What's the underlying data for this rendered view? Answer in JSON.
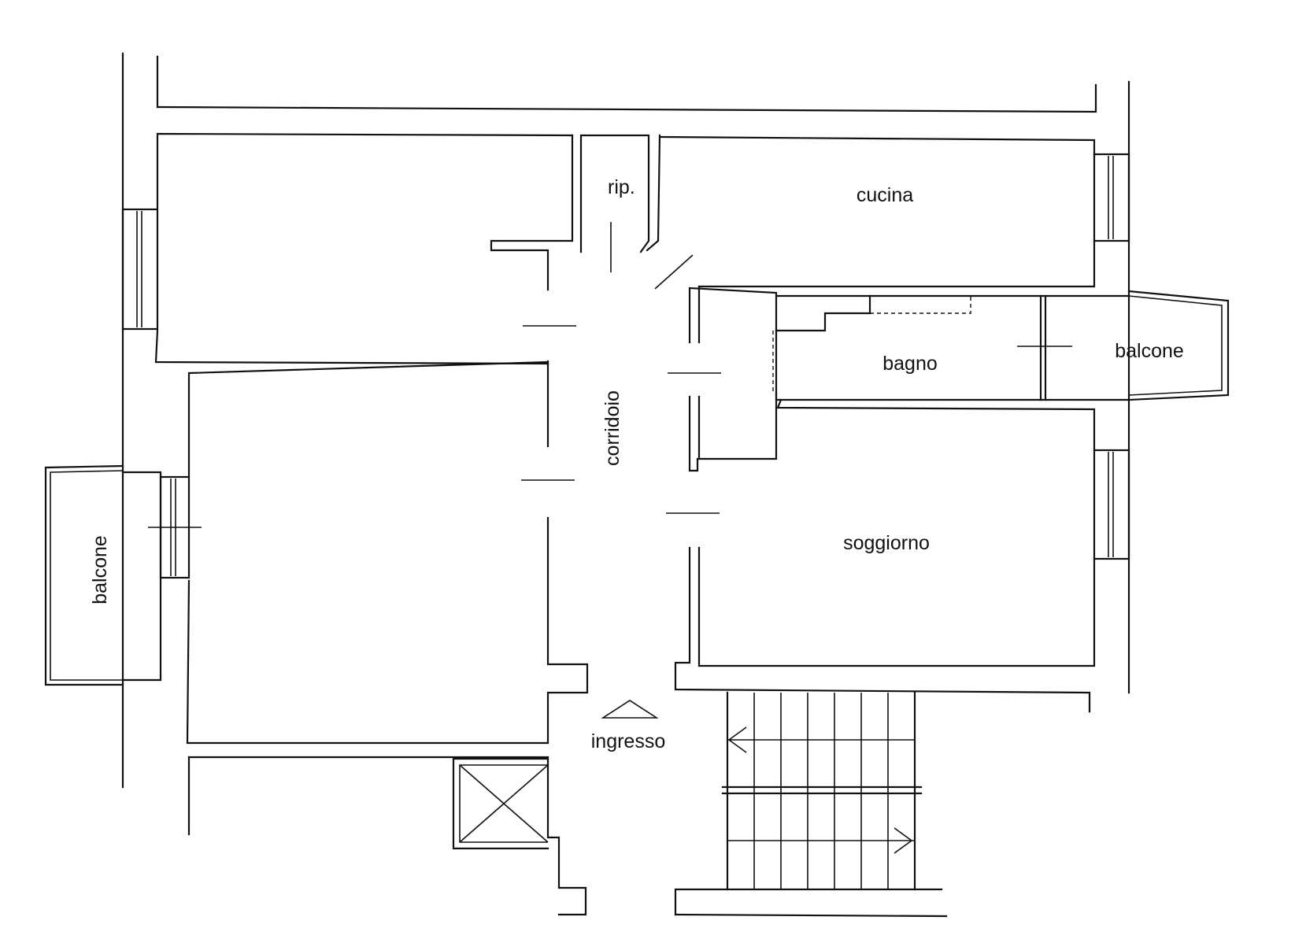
{
  "rooms": {
    "rip": "rip.",
    "cucina": "cucina",
    "bagno": "bagno",
    "balcone_right": "balcone",
    "corridoio": "corridoio",
    "soggiorno": "soggiorno",
    "balcone_left": "balcone",
    "ingresso": "ingresso"
  }
}
